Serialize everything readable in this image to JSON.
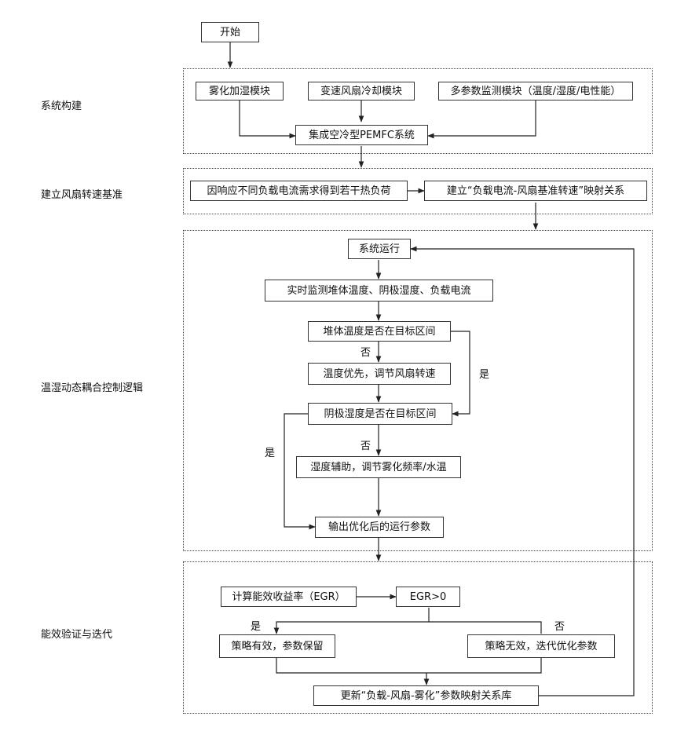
{
  "sections": {
    "s1": "系统构建",
    "s2": "建立风扇转速基准",
    "s3": "温湿动态耦合控制逻辑",
    "s4": "能效验证与迭代"
  },
  "nodes": {
    "start": "开始",
    "n_atom": "雾化加湿模块",
    "n_fan": "变速风扇冷却模块",
    "n_monitor": "多参数监测模块（温度/湿度/电性能）",
    "n_integrate": "集成空冷型PEMFC系统",
    "n_heat": "因响应不同负载电流需求得到若干热负荷",
    "n_map": "建立“负载电流-风扇基准转速”映射关系",
    "n_run": "系统运行",
    "n_realtime": "实时监测堆体温度、阴极湿度、负载电流",
    "n_tempq": "堆体温度是否在目标区间",
    "n_tempfix": "温度优先，调节风扇转速",
    "n_humq": "阴极湿度是否在目标区间",
    "n_humfix": "湿度辅助，调节雾化频率/水温",
    "n_output": "输出优化后的运行参数",
    "n_egr": "计算能效收益率（EGR）",
    "n_egrq": "EGR>0",
    "n_valid": "策略有效，参数保留",
    "n_invalid": "策略无效，迭代优化参数",
    "n_update": "更新“负载-风扇-雾化”参数映射关系库"
  },
  "edge_labels": {
    "temp_no": "否",
    "temp_yes": "是",
    "hum_no": "否",
    "hum_yes": "是",
    "egr_yes": "是",
    "egr_no": "否"
  }
}
